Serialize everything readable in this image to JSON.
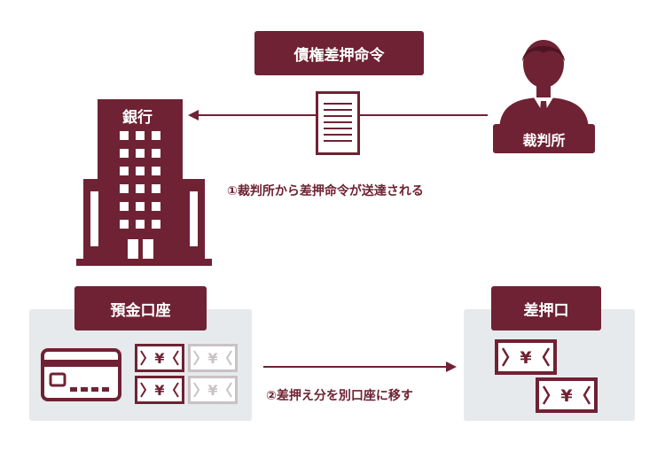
{
  "colors": {
    "accent": "#6f2233",
    "panel": "#e6eaed",
    "faded": "#c9c2c4"
  },
  "top_label": "債権差押命令",
  "bank_label": "銀行",
  "court_label": "裁判所",
  "step1": "①裁判所から差押命令が送達される",
  "account_label": "預金口座",
  "seized_label": "差押口",
  "step2": "②差押え分を別口座に移す",
  "icons": {
    "building": "bank-building-icon",
    "person": "judge-person-icon",
    "document": "document-icon",
    "card": "bankcard-icon",
    "banknote": "yen-banknote-icon"
  }
}
